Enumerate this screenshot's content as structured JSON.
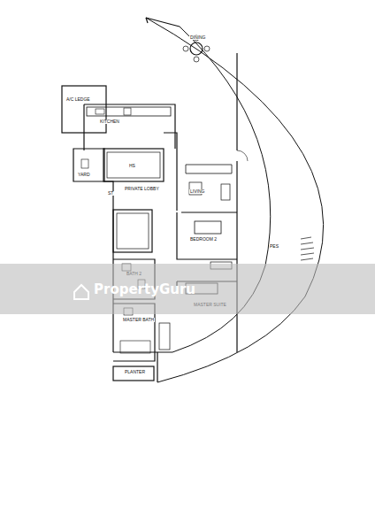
{
  "diagram": {
    "labels": [
      "A/C LEDGE",
      "KITCHEN",
      "DINING",
      "YARD",
      "HS",
      "ST",
      "PRIVATE LOBBY",
      "LIVING",
      "BEDROOM 2",
      "PES",
      "BATH 2",
      "MASTER SUITE",
      "MASTER BATH",
      "PLANTER",
      "PropertyGuru"
    ]
  }
}
